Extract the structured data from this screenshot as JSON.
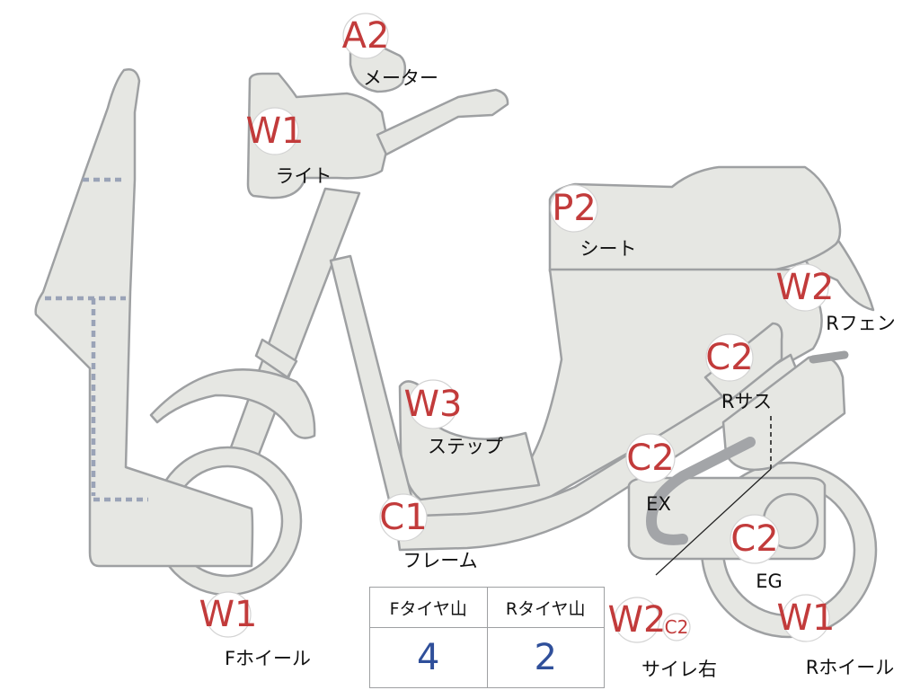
{
  "parts": {
    "meter": {
      "grade": "A2",
      "label": "メーター"
    },
    "light": {
      "grade": "W1",
      "label": "ライト"
    },
    "seat": {
      "grade": "P2",
      "label": "シート"
    },
    "r_fender": {
      "grade": "W2",
      "label": "Rフェン"
    },
    "r_suspension": {
      "grade": "C2",
      "label": "Rサス"
    },
    "step": {
      "grade": "W3",
      "label": "ステップ"
    },
    "exhaust": {
      "grade": "C2",
      "label": "EX"
    },
    "frame": {
      "grade": "C1",
      "label": "フレーム"
    },
    "engine": {
      "grade": "C2",
      "label": "EG"
    },
    "f_wheel": {
      "grade": "W1",
      "label": "Fホイール"
    },
    "side_r": {
      "grade": "W2",
      "grade2": "C2",
      "label": "サイレ右"
    },
    "r_wheel": {
      "grade": "W1",
      "label": "Rホイール"
    }
  },
  "tread_table": {
    "headers": [
      "Fタイヤ山",
      "Rタイヤ山"
    ],
    "values": [
      "4",
      "2"
    ]
  },
  "colors": {
    "grade_text": "#c23b3b",
    "tread_value": "#2f4f9a",
    "body_fill": "#e6e7e3",
    "outline": "#9ea0a2"
  }
}
